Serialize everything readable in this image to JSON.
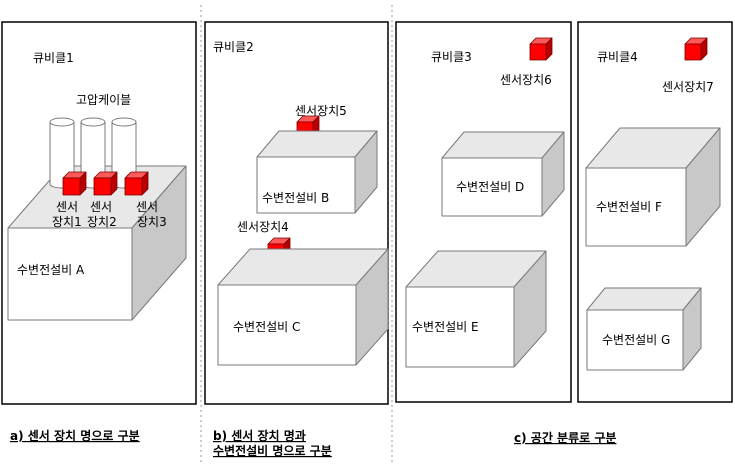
{
  "colors": {
    "box_front": "#ffffff",
    "box_top": "#e8e8e8",
    "box_side": "#c8c8c8",
    "box_stroke": "#7a7a7a",
    "sensor_front": "#ff0000",
    "sensor_top": "#ff5a5a",
    "sensor_side": "#b80000",
    "panel_stroke": "#000000",
    "divider": "#999999"
  },
  "icons": {
    "sensor": "red-cube-icon",
    "cable": "cylinder-icon"
  },
  "panels": {
    "p1": {
      "label": "큐비클1",
      "cable_label": "고압케이블",
      "sensors": [
        {
          "line1": "센서",
          "line2": "장치1"
        },
        {
          "line1": "센서",
          "line2": "장치2"
        },
        {
          "line1": "센서",
          "line2": "장치3"
        }
      ],
      "equipment": "수변전설비  A"
    },
    "p2": {
      "label": "큐비클2",
      "sensor_top": "센서장치5",
      "equipment_top": "수변전설비  B",
      "sensor_bottom": "센서장치4",
      "equipment_bottom": "수변전설비  C"
    },
    "p3": {
      "label": "큐비클3",
      "sensor": "센서장치6",
      "equipment_top": "수변전설비  D",
      "equipment_bottom": "수변전설비  E"
    },
    "p4": {
      "label": "큐비클4",
      "sensor": "센서장치7",
      "equipment_top": "수변전설비  F",
      "equipment_bottom": "수변전설비  G"
    }
  },
  "captions": {
    "a": "a) 센서 장치 명으로 구분",
    "b_line1": "b) 센서 장치 명과",
    "b_line2": "수변전설비 명으로 구분",
    "c": "c) 공간 분류로 구분"
  }
}
